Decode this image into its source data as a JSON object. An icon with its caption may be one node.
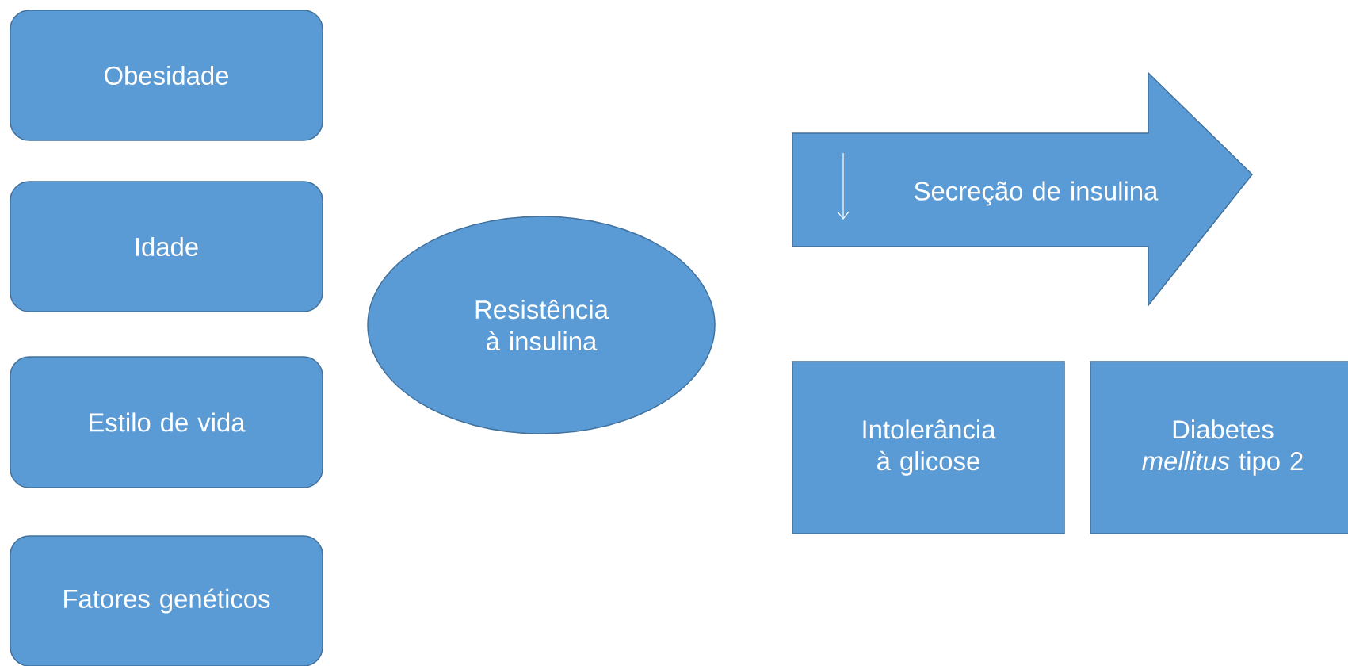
{
  "diagram": {
    "nodes": [
      {
        "text": [
          "Obesidade"
        ]
      },
      {
        "text": [
          "Idade"
        ]
      },
      {
        "text": [
          "Estilo de vida"
        ]
      },
      {
        "text": [
          "Fatores genéticos"
        ]
      },
      {
        "text": [
          "Resistência à insulina"
        ]
      },
      {
        "text": [
          "Secreção de insulina"
        ]
      },
      {
        "text": [
          "Intolerância à glicose"
        ]
      },
      {
        "text": [
          "Diabetes *mellitus* tipo 2"
        ]
      }
    ]
  }
}
